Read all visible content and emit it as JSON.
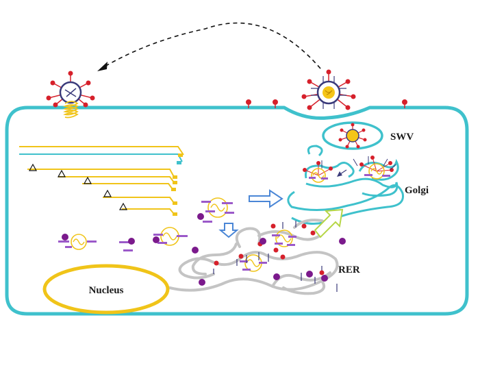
{
  "labels": {
    "swv": "SWV",
    "golgi": "Golgi",
    "rer": "RER",
    "nucleus": "Nucleus"
  },
  "colors": {
    "membrane": "#3fc1cc",
    "rer": "#c4c4c4",
    "nucleus": "#f0c419",
    "spike": "#d6202b",
    "protein": "#7b2d9e",
    "purple_dot": "#7b1a8c",
    "viral_core": "#f5c518",
    "arrow_blue": "#4a86d6",
    "arrow_green": "#b6d646",
    "dashed_arrow": "#111111"
  },
  "icons": {
    "triangle": "ribosome-triangle-icon",
    "budding_virion": "budding-virion-icon",
    "entering_virion": "entering-virion-icon"
  }
}
